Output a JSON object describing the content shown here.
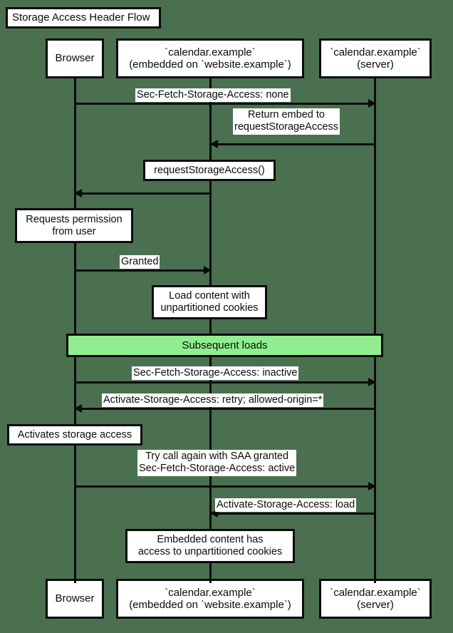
{
  "diagram": {
    "type": "sequence-diagram",
    "title": "Storage Access Header Flow",
    "background_color": "#4a7050",
    "line_color": "#0b0b0b",
    "box_fill": "#ffffff",
    "accent_color": "#90ee90"
  },
  "participants": [
    {
      "id": "browser",
      "line1": "Browser",
      "line2": ""
    },
    {
      "id": "embed",
      "line1": "`calendar.example`",
      "line2": "(embedded on `website.example`)"
    },
    {
      "id": "server",
      "line1": "`calendar.example`",
      "line2": "(server)"
    }
  ],
  "messages": [
    {
      "id": "m1",
      "from": "browser",
      "to": "server",
      "direction": "right",
      "line1": "Sec-Fetch-Storage-Access: none",
      "line2": ""
    },
    {
      "id": "m2",
      "from": "server",
      "to": "embed",
      "direction": "left",
      "line1": "Return embed to",
      "line2": "requestStorageAccess"
    },
    {
      "id": "m3",
      "from": "embed",
      "to": "browser",
      "direction": "left",
      "line1": "requestStorageAccess()",
      "line2": ""
    },
    {
      "id": "m4",
      "from": "browser",
      "to": "embed",
      "direction": "right",
      "line1": "Granted",
      "line2": ""
    },
    {
      "id": "m5",
      "from": "browser",
      "to": "server",
      "direction": "right",
      "line1": "Sec-Fetch-Storage-Access: inactive",
      "line2": ""
    },
    {
      "id": "m6",
      "from": "server",
      "to": "browser",
      "direction": "left",
      "line1": "Activate-Storage-Access: retry; allowed-origin=*",
      "line2": ""
    },
    {
      "id": "m7",
      "from": "browser",
      "to": "server",
      "direction": "right",
      "line1": "Try call again with SAA granted",
      "line2": "Sec-Fetch-Storage-Access: active"
    },
    {
      "id": "m8",
      "from": "server",
      "to": "embed",
      "direction": "left",
      "line1": "Activate-Storage-Access: load",
      "line2": ""
    }
  ],
  "notes": [
    {
      "id": "n1",
      "over": "browser",
      "line1": "Requests permission",
      "line2": "from user"
    },
    {
      "id": "n2",
      "over": "embed",
      "line1": "Load content with",
      "line2": "unpartitioned cookies"
    },
    {
      "id": "n3",
      "over": "browser",
      "line1": "Activates storage access",
      "line2": ""
    },
    {
      "id": "n4",
      "over": "embed",
      "line1": "Embedded content has",
      "line2": "access to unpartitioned cookies"
    }
  ],
  "group": {
    "label": "Subsequent loads",
    "fill": "#90ee90"
  }
}
